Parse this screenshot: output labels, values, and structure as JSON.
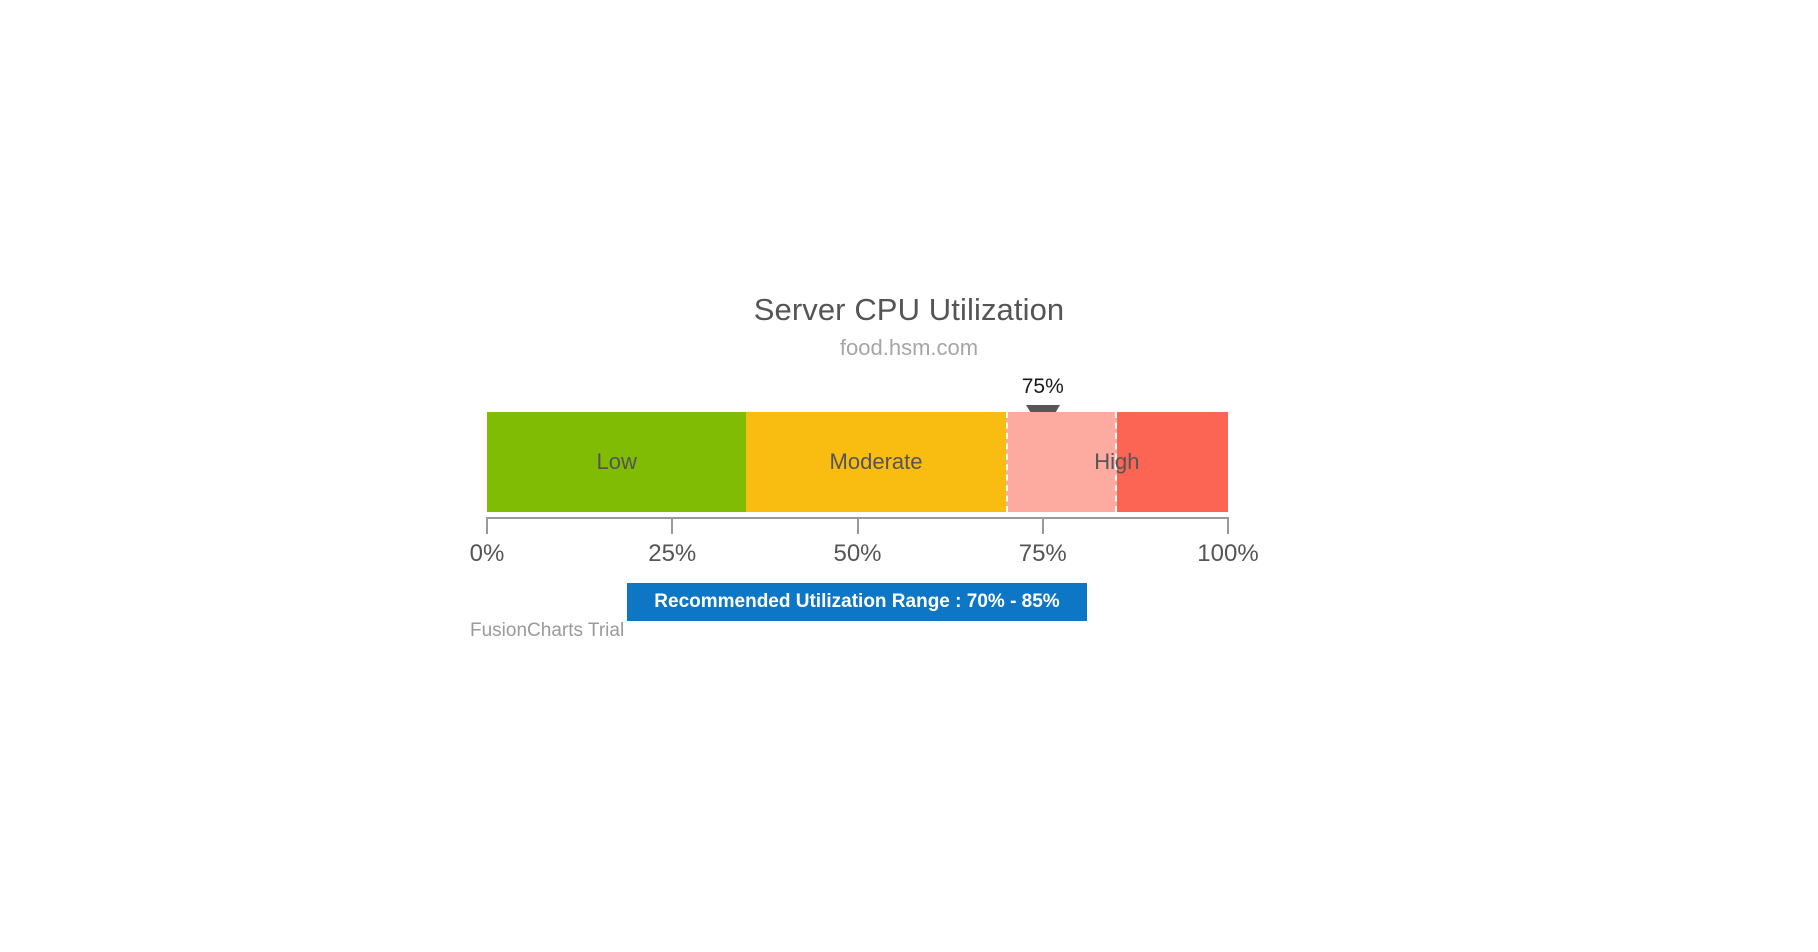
{
  "chart_data": {
    "type": "bar",
    "subtype": "horizontal-linear-gauge",
    "title": "Server CPU Utilization",
    "subtitle": "food.hsm.com",
    "xlabel": "",
    "ylabel": "",
    "xlim": [
      0,
      100
    ],
    "grid": false,
    "unit": "%",
    "axis": {
      "ticks": [
        0,
        25,
        50,
        75,
        100
      ],
      "tick_labels": [
        "0%",
        "25%",
        "50%",
        "75%",
        "100%"
      ],
      "line_color": "#9a9a9a"
    },
    "categories": [
      "Low",
      "Moderate",
      "High"
    ],
    "color_ranges": [
      {
        "label": "Low",
        "min": 0,
        "max": 35,
        "color": "#7fbc03"
      },
      {
        "label": "Moderate",
        "min": 35,
        "max": 70,
        "color": "#f9bd12"
      },
      {
        "label": "High",
        "min": 70,
        "max": 100,
        "color": "#fc6553"
      }
    ],
    "values": [
      35,
      35,
      30
    ],
    "pointer": {
      "value": 75,
      "display_value": "75%",
      "color": "#575757"
    },
    "trend_zone": {
      "label": "Recommended Utilization Range : 70% - 85%",
      "min": 70,
      "max": 85,
      "display_min": "70%",
      "display_max": "85%",
      "dash_color": "#ffffff",
      "highlight": "rgba(255,255,255,0.45)"
    },
    "legend": {
      "position": "bottom",
      "entries": [
        {
          "label": "Recommended Utilization Range : 70% - 85%",
          "background": "#0d77c6",
          "text_color": "#ffffff"
        }
      ]
    },
    "annotations": [
      {
        "name": "watermark",
        "text": "FusionCharts Trial",
        "color": "#9a9a9a"
      }
    ]
  },
  "chart": {
    "title": "Server CPU Utilization",
    "subtitle": "food.hsm.com",
    "watermark": "FusionCharts Trial",
    "marker_label": "75%",
    "legend_label": "Recommended Utilization Range : 70% - 85%",
    "bands": [
      {
        "label": "Low",
        "min": 0,
        "max": 35,
        "color": "#7fbc03"
      },
      {
        "label": "Moderate",
        "min": 35,
        "max": 70,
        "color": "#f9bd12"
      },
      {
        "label": "High",
        "min": 70,
        "max": 100,
        "color": "#fc6553"
      }
    ],
    "axis_labels": [
      "0%",
      "25%",
      "50%",
      "75%",
      "100%"
    ],
    "axis_values": [
      0,
      25,
      50,
      75,
      100
    ],
    "colors": {
      "low": "#7fbc03",
      "moderate": "#f9bd12",
      "high": "#fc6553",
      "pointer": "#575757",
      "legend": "#0d77c6",
      "title_text": "#555555",
      "subtitle_text": "#a6a6a6",
      "axis": "#9a9a9a"
    }
  }
}
